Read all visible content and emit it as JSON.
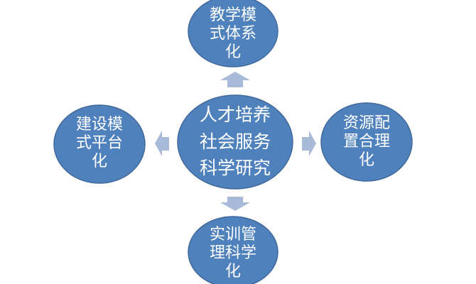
{
  "center": {
    "lines": [
      "人才培养",
      "社会服务",
      "科学研究"
    ]
  },
  "top": {
    "lines": [
      "教学模",
      "式体系",
      "化"
    ]
  },
  "left": {
    "lines": [
      "建设模",
      "式平台",
      "化"
    ]
  },
  "right": {
    "lines": [
      "资源配",
      "置合理",
      "化"
    ]
  },
  "bottom": {
    "lines": [
      "实训管",
      "理科学",
      "化"
    ]
  },
  "colors": {
    "node": "#4f81bd",
    "arrow": "#a7bad8",
    "text": "#ffffff"
  }
}
